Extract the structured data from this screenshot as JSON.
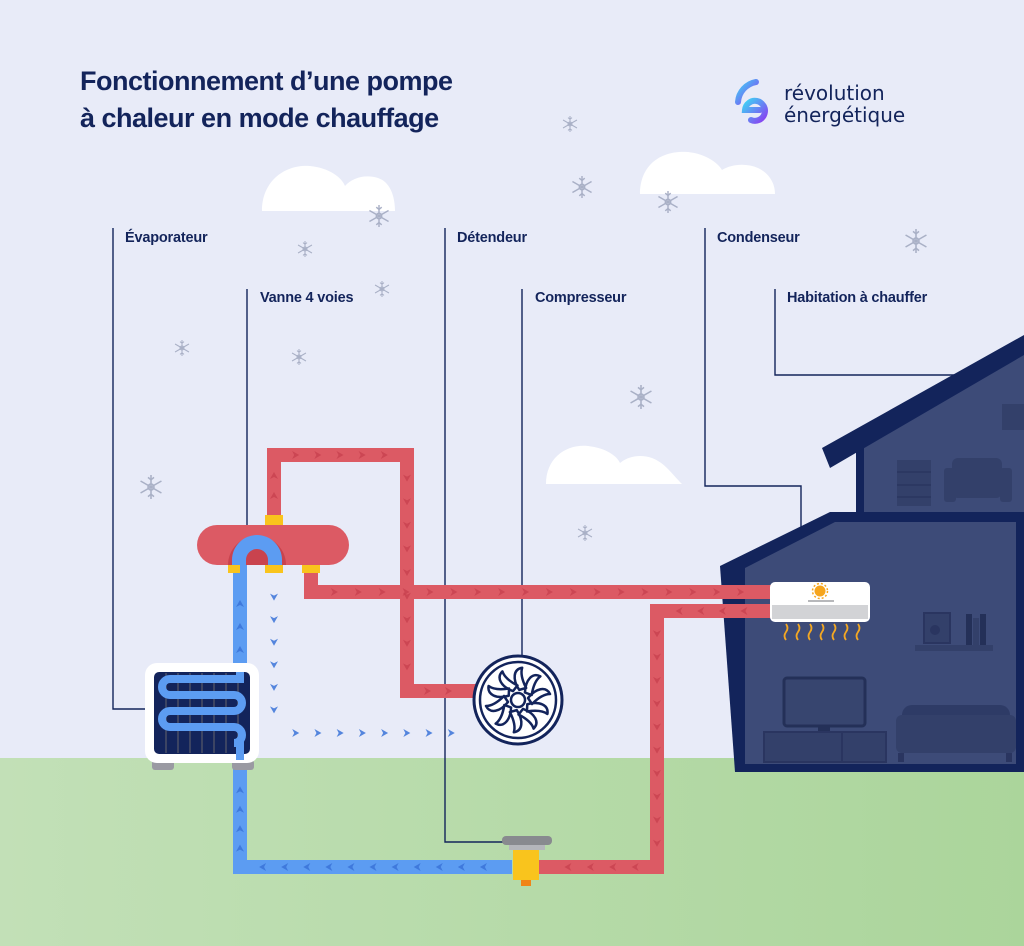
{
  "title": {
    "line1": "Fonctionnement d’une pompe",
    "line2": "à chaleur en mode chauffage"
  },
  "brand": {
    "line1": "révolution",
    "line2": "énergétique",
    "icon": "re-logo-icon",
    "gradient_from": "#3fd1f5",
    "gradient_to": "#8a3ff2"
  },
  "labels": {
    "evaporateur": "Évaporateur",
    "vanne": "Vanne 4 voies",
    "detendeur": "Détendeur",
    "compresseur": "Compresseur",
    "condenseur": "Condenseur",
    "habitation": "Habitation à chauffer"
  },
  "colors": {
    "sky": "#e8ebf8",
    "ground_from": "#c2e0b7",
    "ground_to": "#abd59b",
    "hot_pipe": "#dc5a64",
    "cold_pipe": "#5c9cf2",
    "house_outline": "#13245b",
    "house_interior": "#3d4b78",
    "connector": "#f9c41d",
    "text": "#13245b"
  },
  "icons": {
    "snowflake": "snowflake-icon",
    "cloud": "cloud-icon",
    "fan": "compressor-fan-icon",
    "sun": "sun-icon",
    "heat_waves": "heat-wave-icon"
  }
}
